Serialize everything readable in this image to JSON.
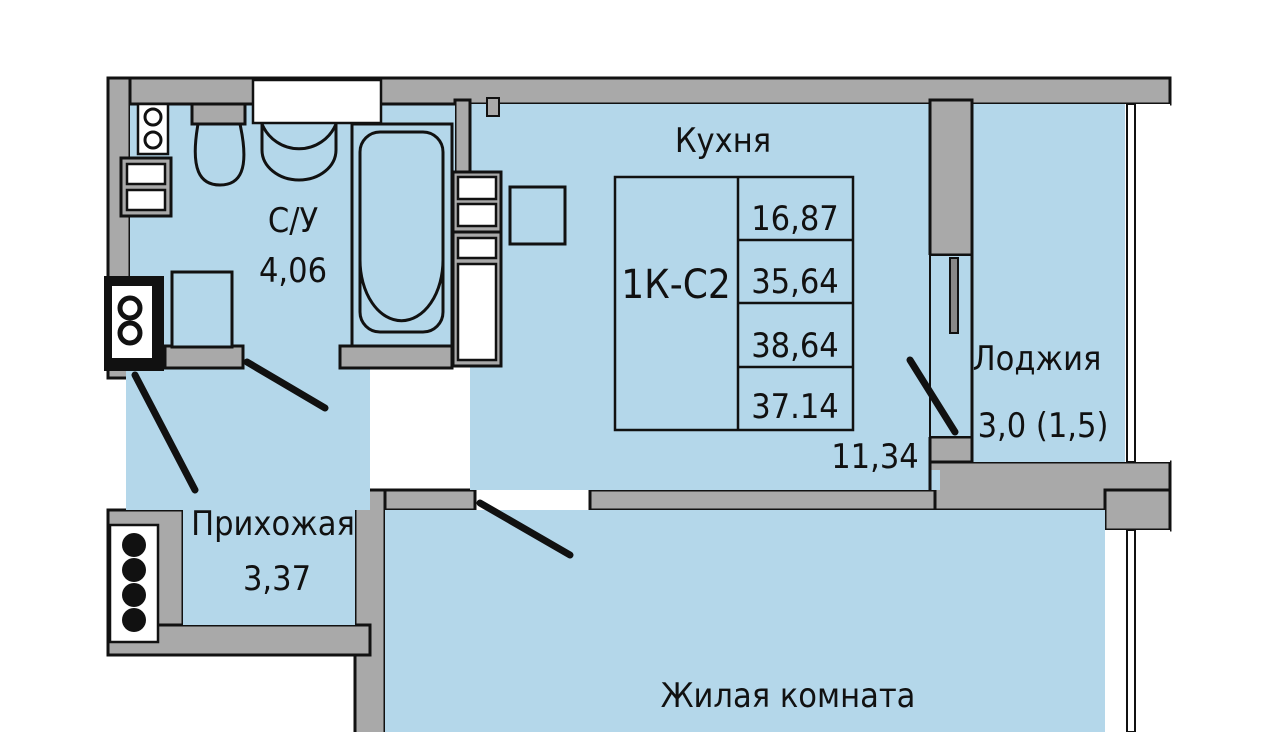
{
  "plan": {
    "unit_code": "1К-С2",
    "areas_table": [
      "16,87",
      "35,64",
      "38,64",
      "37.14"
    ],
    "rooms": {
      "kitchen": {
        "label": "Кухня",
        "area": "11,34"
      },
      "bathroom": {
        "label": "С/У",
        "area": "4,06"
      },
      "loggia": {
        "label": "Лоджия",
        "area": "3,0 (1,5)"
      },
      "hallway": {
        "label": "Прихожая",
        "area": "3,37"
      },
      "living_room": {
        "label": "Жилая комната"
      }
    }
  },
  "colors": {
    "room_fill": "#b4d7ea",
    "wall_fill": "#a9a9a9"
  }
}
